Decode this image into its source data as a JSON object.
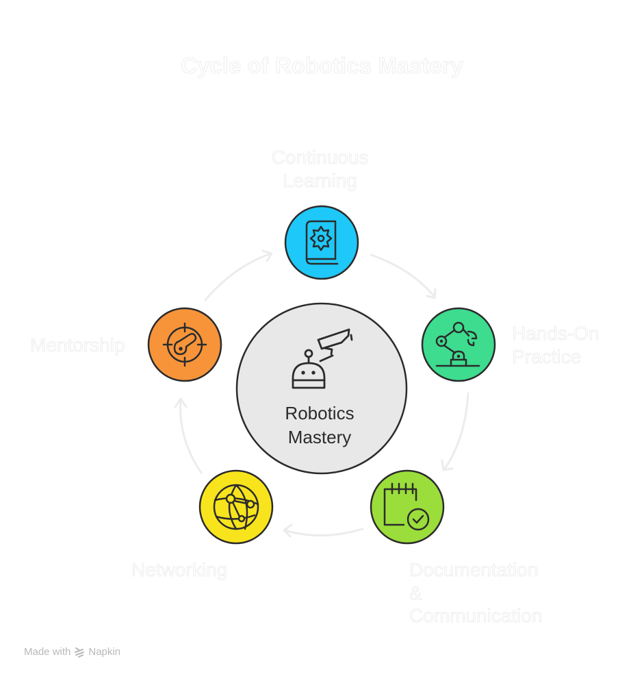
{
  "title": "Cycle of Robotics Mastery",
  "center": {
    "line1": "Robotics",
    "line2": "Mastery",
    "icon": "robot-and-camera-icon",
    "color": "#e8e8e8"
  },
  "nodes": [
    {
      "id": "continuous-learning",
      "label": "Continuous Learning",
      "label_lines": [
        "Continuous",
        "Learning"
      ],
      "icon": "book-gear-icon",
      "color": "#1ec8f8"
    },
    {
      "id": "hands-on-practice",
      "label": "Hands-On Practice",
      "label_lines": [
        "Hands-On",
        "Practice"
      ],
      "icon": "robot-arm-icon",
      "color": "#3ddc8f"
    },
    {
      "id": "documentation-communication",
      "label": "Documentation & Communication",
      "label_lines": [
        "Documentation",
        "&",
        "Communication"
      ],
      "icon": "calendar-check-icon",
      "color": "#9bdd3a"
    },
    {
      "id": "networking",
      "label": "Networking",
      "label_lines": [
        "Networking"
      ],
      "icon": "globe-network-icon",
      "color": "#f8e41c"
    },
    {
      "id": "mentorship",
      "label": "Mentorship",
      "label_lines": [
        "Mentorship"
      ],
      "icon": "target-key-icon",
      "color": "#f7943a"
    }
  ],
  "footer": {
    "made_with": "Made with",
    "brand": "Napkin",
    "icon": "napkin-logo-icon"
  }
}
